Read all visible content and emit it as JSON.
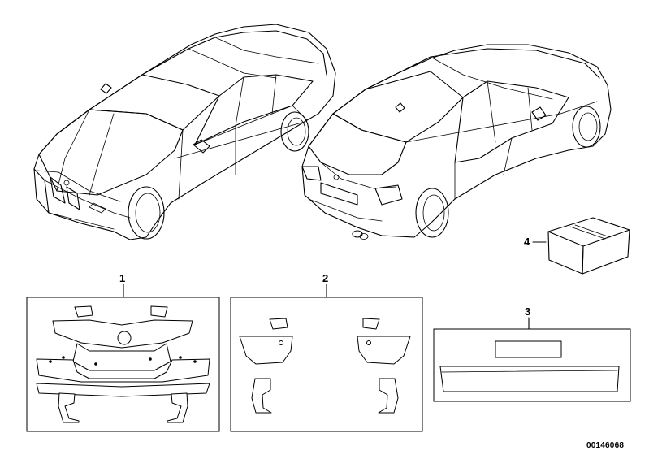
{
  "diagram": {
    "callouts": {
      "kit_1": "1",
      "kit_2": "2",
      "kit_3": "3",
      "kit_4": "4"
    },
    "diagram_number": "00146068"
  }
}
